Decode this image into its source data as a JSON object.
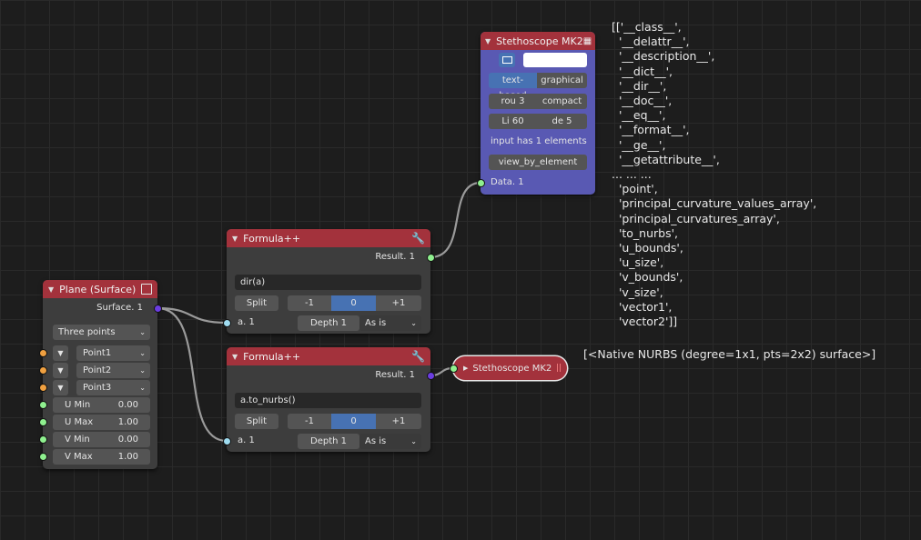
{
  "plane": {
    "title": "Plane (Surface)",
    "out": "Surface. 1",
    "mode": "Three points",
    "points": [
      "Point1",
      "Point2",
      "Point3"
    ],
    "params": [
      {
        "label": "U Min",
        "value": "0.00"
      },
      {
        "label": "U Max",
        "value": "1.00"
      },
      {
        "label": "V Min",
        "value": "0.00"
      },
      {
        "label": "V Max",
        "value": "1.00"
      }
    ]
  },
  "formula1": {
    "title": "Formula++",
    "out": "Result. 1",
    "expr": "dir(a)",
    "split": "Split",
    "minus": "-1",
    "zero": "0",
    "plus": "+1",
    "in": "a. 1",
    "depth": "Depth  1",
    "mode": "As is"
  },
  "formula2": {
    "title": "Formula++",
    "out": "Result. 1",
    "expr": "a.to_nurbs()",
    "split": "Split",
    "minus": "-1",
    "zero": "0",
    "plus": "+1",
    "in": "a. 1",
    "depth": "Depth  1",
    "mode": "As is"
  },
  "steth1": {
    "title": "Stethoscope MK2",
    "text_based": "text-based",
    "graphical": "graphical",
    "rou": "rou  3",
    "compact": "compact",
    "li": "Li  60",
    "de": "de  5",
    "info": "input has 1 elements",
    "view_btn": "view_by_element",
    "in": "Data. 1"
  },
  "steth2": {
    "title": "Stethoscope MK2"
  },
  "output_text": "[['__class__',\n  '__delattr__',\n  '__description__',\n  '__dict__',\n  '__dir__',\n  '__doc__',\n  '__eq__',\n  '__format__',\n  '__ge__',\n  '__getattribute__',\n... ... ...\n  'point',\n  'principal_curvature_values_array',\n  'principal_curvatures_array',\n  'to_nurbs',\n  'u_bounds',\n  'u_size',\n  'v_bounds',\n  'v_size',\n  'vector1',\n  'vector2']]",
  "output_text2": "[<Native NURBS (degree=1x1, pts=2x2) surface>]",
  "colors": {
    "header_red": "#a3323c",
    "steth_body": "#5959b3",
    "select_blue": "#4772b3",
    "grid": "#2a2a2a"
  }
}
